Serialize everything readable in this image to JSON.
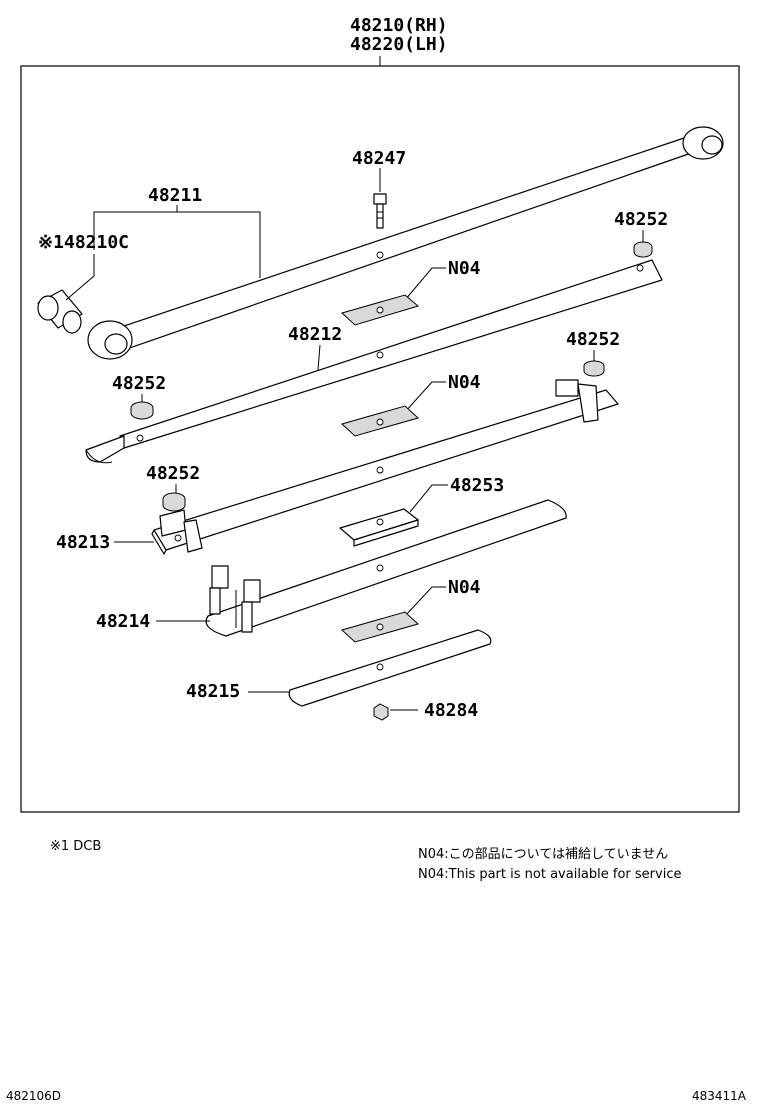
{
  "diagram": {
    "top_labels": [
      "48210(RH)",
      "48220(LH)"
    ],
    "callouts": {
      "p48247": "48247",
      "p48211": "48211",
      "p48210c_mark": "※1",
      "p48210c": "48210C",
      "p48252_a": "48252",
      "p48252_b": "48252",
      "p48252_c": "48252",
      "p48252_d": "48252",
      "n04_a": "N04",
      "n04_b": "N04",
      "n04_c": "N04",
      "p48212": "48212",
      "p48253": "48253",
      "p48213": "48213",
      "p48214": "48214",
      "p48215": "48215",
      "p48284": "48284"
    },
    "footnote": "※1 DCB",
    "notes": [
      "N04:この部品については補給していません",
      "N04:This part is not available for service"
    ],
    "footer_left": "482106D",
    "footer_right": "483411A"
  }
}
